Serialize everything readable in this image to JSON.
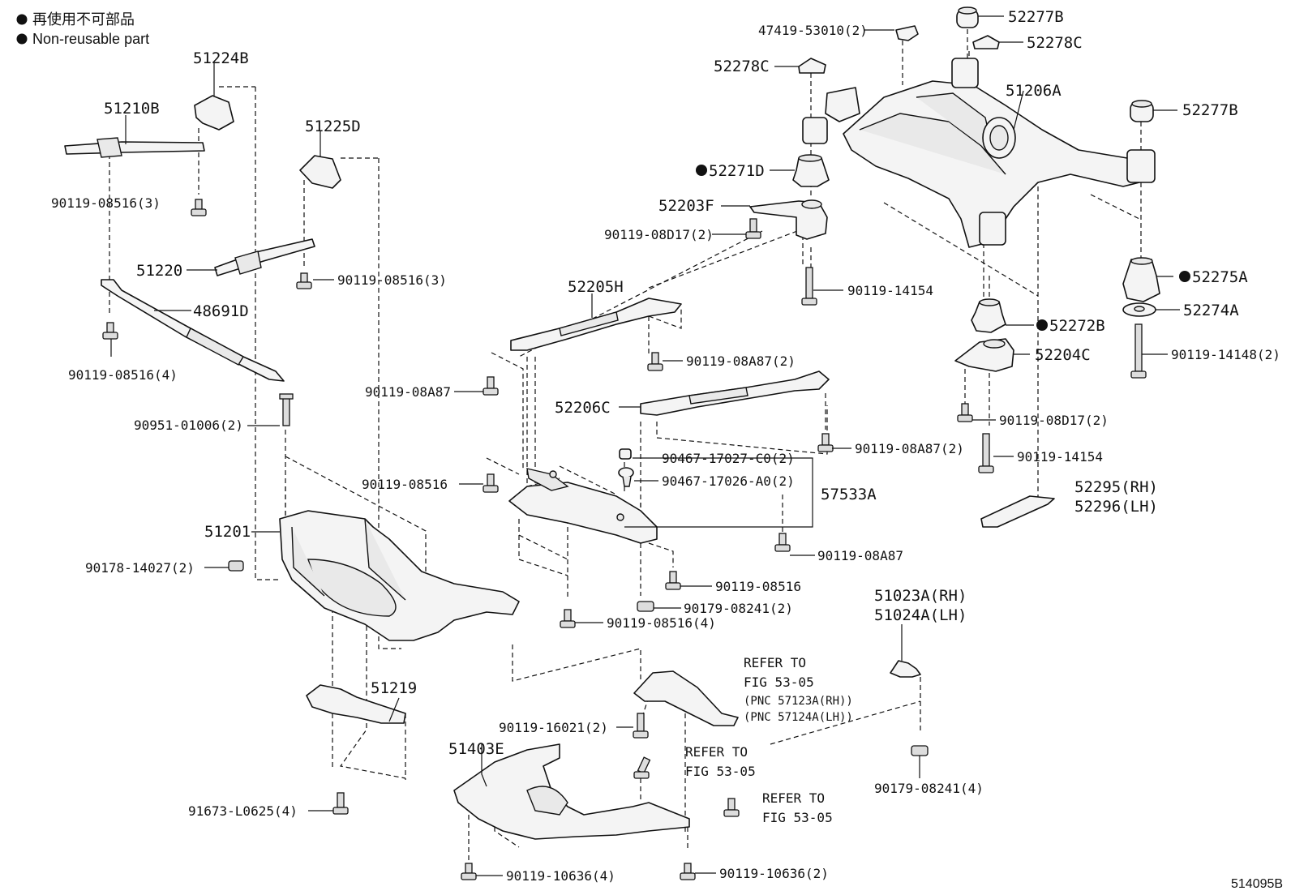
{
  "legend": {
    "item1": "再使用不可部品",
    "item2": "Non-reusable part"
  },
  "labels": {
    "p47419": "47419-53010(2)",
    "p52277b_top": "52277B",
    "p52278c_right": "52278C",
    "p52278c_left": "52278C",
    "p51206a": "51206A",
    "p52277b_right": "52277B",
    "p51224b": "51224B",
    "p51210b": "51210B",
    "p51225d": "51225D",
    "p52271d": "52271D",
    "p52203f": "52203F",
    "p90119_08d17_a": "90119-08D17(2)",
    "p90119_08516_3a": "90119-08516(3)",
    "p51220": "51220",
    "p90119_08516_3b": "90119-08516(3)",
    "p52205h": "52205H",
    "p90119_14154_a": "90119-14154",
    "p52275a": "52275A",
    "p48691d": "48691D",
    "p52274a": "52274A",
    "p52272b": "52272B",
    "p90119_08a87_2a": "90119-08A87(2)",
    "p90119_14148": "90119-14148(2)",
    "p52204c": "52204C",
    "p90119_08516_4a": "90119-08516(4)",
    "p90119_08a87_a": "90119-08A87",
    "p52206c": "52206C",
    "p90119_08d17_b": "90119-08D17(2)",
    "p90951": "90951-01006(2)",
    "p90119_08a87_2b": "90119-08A87(2)",
    "p90467_c0": "90467-17027-C0(2)",
    "p90119_14154_b": "90119-14154",
    "p90119_08516_a": "90119-08516",
    "p90467_a0": "90467-17026-A0(2)",
    "p52295": "52295(RH)",
    "p57533a": "57533A",
    "p52296": "52296(LH)",
    "p51201": "51201",
    "p90119_08a87_b": "90119-08A87",
    "p90178": "90178-14027(2)",
    "p90119_08516_b": "90119-08516",
    "p90179_08241_2": "90179-08241(2)",
    "p51023a": "51023A(RH)",
    "p51024a": "51024A(LH)",
    "p90119_08516_4b": "90119-08516(4)",
    "p51219": "51219",
    "p90119_16021": "90119-16021(2)",
    "p51403e": "51403E",
    "p90179_08241_4": "90179-08241(4)",
    "p91673": "91673-L0625(4)",
    "p90119_10636_4": "90119-10636(4)",
    "p90119_10636_2": "90119-10636(2)",
    "diagram_id": "514095B"
  },
  "refer": {
    "r1_line1": "REFER TO",
    "r1_line2": "FIG 53-05",
    "r1_line3": "(PNC 57123A(RH))",
    "r1_line4": "(PNC 57124A(LH))",
    "r2_line1": "REFER TO",
    "r2_line2": "FIG 53-05",
    "r3_line1": "REFER TO",
    "r3_line2": "FIG 53-05"
  }
}
